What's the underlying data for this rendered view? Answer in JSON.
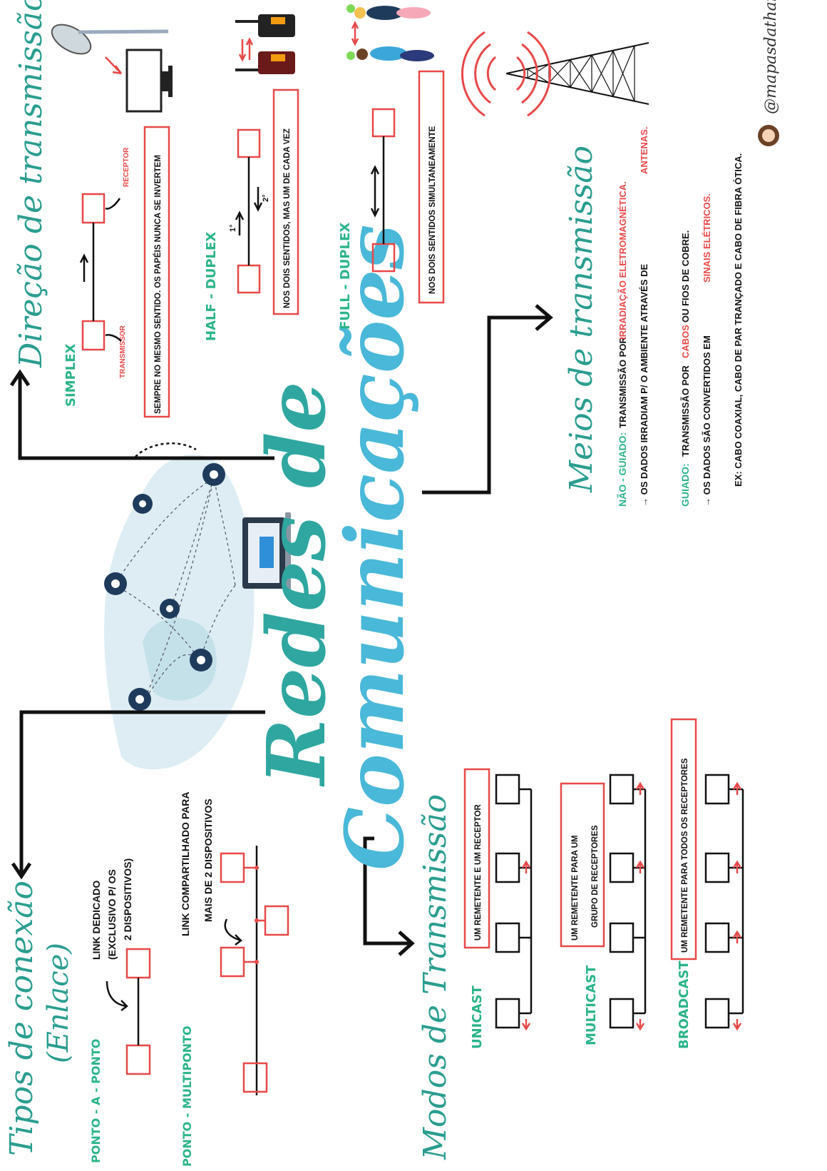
{
  "title": {
    "line1": "Redes de",
    "line2": "Comunicações"
  },
  "colors": {
    "accent_green": "#2bb38a",
    "heading_teal": "#2a9d8f",
    "red": "#e84848",
    "ink": "#111111",
    "title_blue": "#5bc8e4",
    "title_green": "#2e8b6a"
  },
  "direcao": {
    "heading": "Direção de transmissão",
    "simplex": {
      "label": "SIMPLEX",
      "transmissor": "TRANSMISSOR",
      "receptor": "RECEPTOR",
      "desc": "SEMPRE NO MESMO SENTIDO. OS PAPÉIS NUNCA SE INVERTEM"
    },
    "half": {
      "label": "HALF - DUPLEX",
      "first": "1°",
      "second": "2°",
      "desc": "NOS DOIS SENTIDOS, MAS UM DE CADA VEZ"
    },
    "full": {
      "label": "FULL - DUPLEX",
      "desc": "NOS DOIS SENTIDOS SIMULTANEAMENTE"
    }
  },
  "meios": {
    "heading": "Meios de transmissão",
    "nao_guiado": {
      "label": "NÃO - GUIADO:",
      "text1": "TRANSMISSÃO POR",
      "text1_red": "IRRADIAÇÃO ELETROMAGNÉTICA.",
      "text2": "→ OS DADOS IRRADIAM P/ O AMBIENTE ATRAVÉS DE",
      "text2_red": "ANTENAS."
    },
    "guiado": {
      "label": "GUIADO:",
      "text1": "TRANSMISSÃO POR",
      "text1_red": "CABOS",
      "text1b": "OU FIOS DE COBRE.",
      "text2": "→ OS DADOS SÃO CONVERTIDOS EM",
      "text2_red": "SINAIS ELÉTRICOS.",
      "text3": "EX: CABO COAXIAL, CABO DE PAR TRANÇADO E CABO DE FIBRA ÓTICA."
    }
  },
  "tipos": {
    "heading1": "Tipos de conexão",
    "heading2": "(Enlace)",
    "ponto_a_ponto": {
      "label": "PONTO - A - PONTO",
      "desc1": "LINK DEDICADO",
      "desc2": "(EXCLUSIVO P/ OS",
      "desc3": "2 DISPOSITIVOS)"
    },
    "multiponto": {
      "label": "PONTO - MULTIPONTO",
      "desc1": "LINK COMPARTILHADO PARA",
      "desc2": "MAIS DE 2 DISPOSITIVOS"
    }
  },
  "modos": {
    "heading": "Modos de Transmissão",
    "unicast": {
      "label": "UNICAST",
      "desc": "UM REMETENTE E UM RECEPTOR"
    },
    "multicast": {
      "label": "MULTICAST",
      "desc1": "UM REMETENTE PARA UM",
      "desc2": "GRUPO DE RECEPTORES"
    },
    "broadcast": {
      "label": "BROADCAST",
      "desc": "UM REMETENTE PARA TODOS OS RECEPTORES"
    }
  },
  "credit": {
    "handle": "@mapasdathai"
  }
}
